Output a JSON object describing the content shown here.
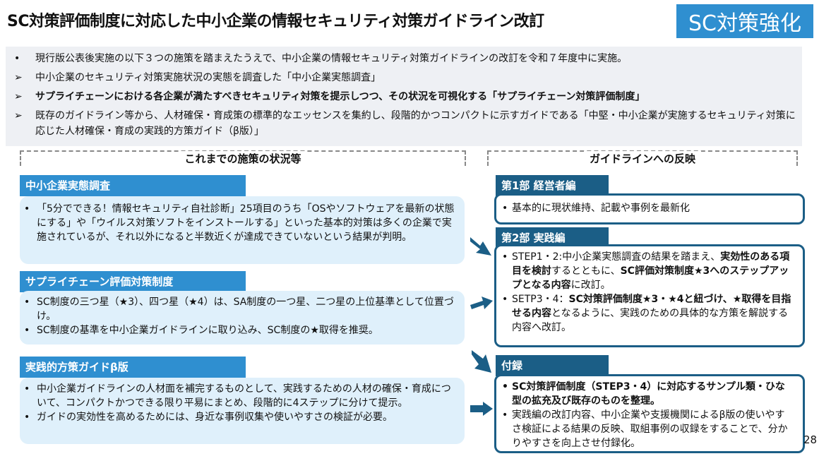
{
  "title": "SC対策評価制度に対応した中小企業の情報セキュリティ対策ガイドライン改訂",
  "tag": "SC対策強化",
  "summary": {
    "items": [
      {
        "marker": "•",
        "text": "現行版公表後実施の以下３つの施策を踏まえたうえで、中小企業の情報セキュリティ対策ガイドラインの改訂を令和７年度中に実施。"
      },
      {
        "marker": "➢",
        "text": "中小企業のセキュリティ対策実施状況の実態を調査した「中小企業実態調査」"
      },
      {
        "marker": "➢",
        "text": "サプライチェーンにおける各企業が満たすべきセキュリティ対策を提示しつつ、その状況を可視化する「サプライチェーン対策評価制度」"
      },
      {
        "marker": "➢",
        "text": "既存のガイドライン等から、人材確保・育成策の標準的なエッセンスを集約し、段階的かつコンパクトに示すガイドである「中堅・中小企業が実施するセキュリティ対策に応じた人材確保・育成の実践的方策ガイド（β版）」"
      }
    ]
  },
  "left_header": "これまでの施策の状況等",
  "right_header": "ガイドラインへの反映",
  "left": [
    {
      "tab": "中小企業実態調査",
      "bullets": [
        "「5分でできる！情報セキュリティ自社診断」25項目のうち「OSやソフトウェアを最新の状態にする」や「ウイルス対策ソフトをインストールする」といった基本的対策は多くの企業で実施されているが、それ以外になると半数近くが達成できていないという結果が判明。"
      ]
    },
    {
      "tab": "サプライチェーン評価対策制度",
      "bullets": [
        "SC制度の三つ星（★3）、四つ星（★4）は、SA制度の一つ星、二つ星の上位基準として位置づけ。",
        "SC制度の基準を中小企業ガイドラインに取り込み、SC制度の★取得を推奨。"
      ]
    },
    {
      "tab": "実践的方策ガイドβ版",
      "bullets": [
        "中小企業ガイドラインの人材面を補完するものとして、実践するための人材の確保・育成について、コンパクトかつできる限り平易にまとめ、段階的に4ステップに分けて提示。",
        "ガイドの実効性を高めるためには、身近な事例収集や使いやすさの検証が必要。"
      ]
    }
  ],
  "right": {
    "part1": {
      "tab": "第1部 経営者編",
      "text": "基本的に現状維持、記載や事例を最新化"
    },
    "part2": {
      "tab": "第2部 実践編",
      "b1": {
        "t1": "STEP1・2:中小企業実態調査の結果を踏まえ、",
        "s1": "実効性のある項目を検討",
        "t2": "するとともに、",
        "s2": "SC評価対策制度★3へのステップアップとなる内容",
        "t3": "に改訂。"
      },
      "b2": {
        "t1": "SETP3・4：",
        "s1": "SC対策評価制度★3・★4と紐づけ、★取得を目指せる内容",
        "t2": "となるように、実践のための具体的な方策を解説する内容へ改訂。"
      }
    },
    "appendix": {
      "tab": "付録",
      "b1": "SC対策評価制度（STEP3・4）に対応するサンプル類・ひな型の拡充及び既存のものを整理。",
      "b2": "実践編の改訂内容、中小企業や支援機関によるβ版の使いやすさ検証による結果の反映、取組事例の収録をすることで、分かりやすさを向上させ付録化。"
    }
  },
  "page_number": "28"
}
